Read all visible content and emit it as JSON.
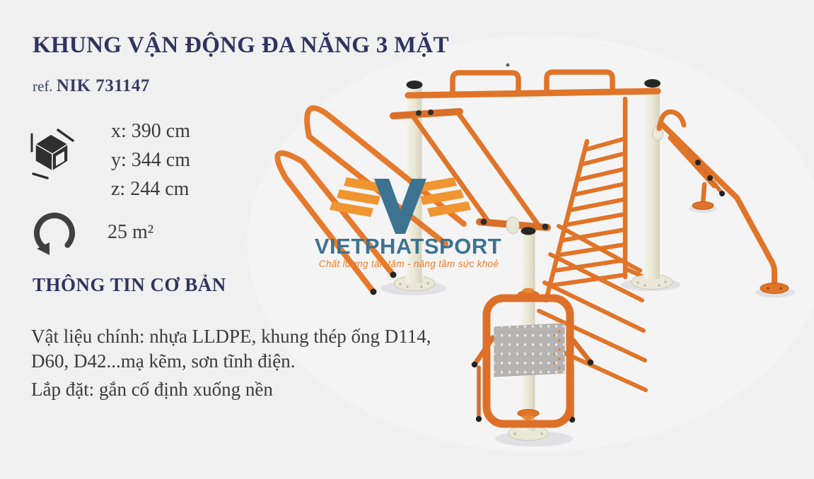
{
  "page": {
    "background_color": "#f0f0f1"
  },
  "product": {
    "title": "KHUNG VẬN ĐỘNG ĐA NĂNG 3 MẶT",
    "ref_label": "ref.",
    "ref_code": "NIK 731147",
    "dimensions": {
      "x": "x: 390 cm",
      "y": "y: 344 cm",
      "z": "z: 244 cm"
    },
    "area": "25 m²",
    "icons": {
      "dimensions": "package-box-3d-icon",
      "area": "rotate-arrow-icon"
    }
  },
  "info": {
    "heading": "THÔNG TIN CƠ BẢN",
    "materials_lines": [
      "Vật liệu chính: nhựa LLDPE, khung thép ống D114,",
      "D60, D42...mạ kẽm, sơn tĩnh điện."
    ],
    "installation": "Lắp đặt: gắn cố định xuống nền"
  },
  "watermark": {
    "brand": "VIETPHATSPORT",
    "tagline": "Chất lượng tận tâm - nâng tầm sức khoẻ",
    "brand_color": "#3c7390",
    "tagline_color": "#ee7d28",
    "wing_color": "#f0952f"
  },
  "render": {
    "subject": "3-sided outdoor multi-exercise steel frame",
    "colors": {
      "tube_orange": "#e07428",
      "bracket_orange": "#d96f28",
      "post_cream": "#eae8d8",
      "cap_black": "#262626",
      "panel_gray": "#b5b4b2",
      "title_navy": "#31335f",
      "body_text": "#3b3b3b"
    }
  }
}
